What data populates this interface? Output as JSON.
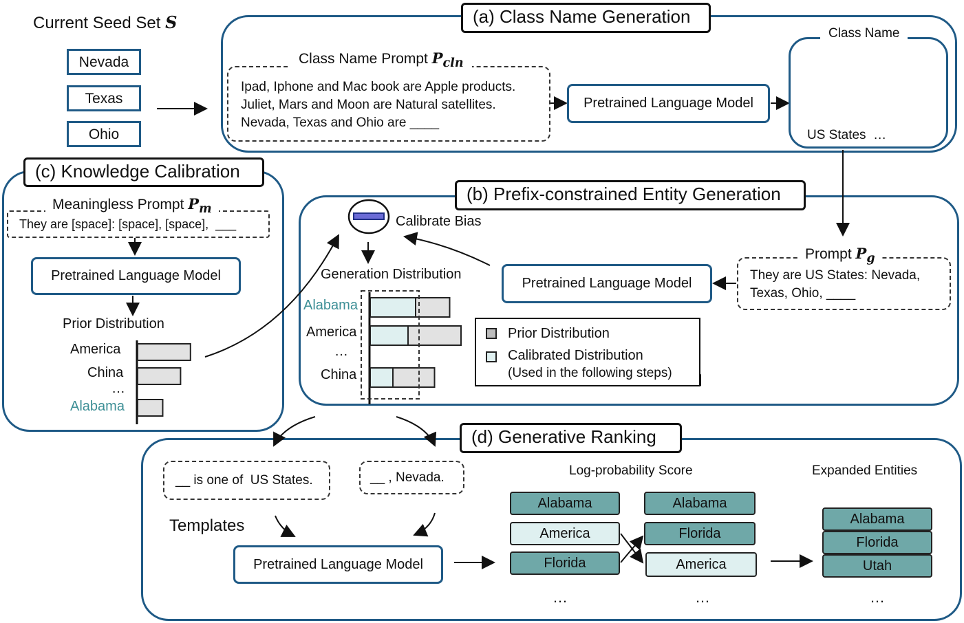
{
  "seed_set": {
    "title": "Current Seed Set",
    "symbol": "S",
    "items": [
      "Nevada",
      "Texas",
      "Ohio"
    ]
  },
  "panel_a": {
    "title": "(a) Class Name Generation",
    "prompt_title": "Class Name Prompt",
    "prompt_symbol": "P",
    "prompt_sub": "cln",
    "prompt_lines": [
      "Ipad, Iphone and Mac book are Apple products.",
      "Juliet, Mars and Moon are Natural satellites.",
      "Nevada, Texas and Ohio are ____"
    ],
    "model": "Pretrained Language Model",
    "class_name_title": "Class Name",
    "class_name_label": "US States  …"
  },
  "panel_c": {
    "title": "(c) Knowledge Calibration",
    "prompt_title": "Meaningless Prompt",
    "prompt_symbol": "P",
    "prompt_sub": "m",
    "prompt_text": "They are [space]: [space], [space],  ___",
    "model": "Pretrained Language Model",
    "prior_title": "Prior Distribution",
    "prior_labels": [
      "America",
      "China",
      "…",
      "Alabama"
    ],
    "prior_values": [
      0.8,
      0.65,
      0.38
    ]
  },
  "panel_b": {
    "title": "(b) Prefix-constrained Entity Generation",
    "calibrate_label": "Calibrate Bias",
    "gen_title": "Generation Distribution",
    "gen_labels": [
      "Alabama",
      "America",
      "…",
      "China"
    ],
    "calibrated_values": [
      0.6,
      0.5,
      0.3
    ],
    "prior_values": [
      0.45,
      0.7,
      0.55
    ],
    "model": "Pretrained Language Model",
    "prompt_title": "Prompt",
    "prompt_symbol": "P",
    "prompt_sub": "g",
    "prompt_lines": [
      "They are US States: Nevada,",
      "Texas, Ohio, ____"
    ],
    "legend_prior": "Prior Distribution",
    "legend_calibrated": "Calibrated Distribution",
    "legend_calibrated_note": "(Used in the following steps)"
  },
  "panel_d": {
    "title": "(d) Generative Ranking",
    "template1": "__ is one of  US States.",
    "template2": "__ , Nevada.",
    "templates_label": "Templates",
    "model": "Pretrained Language Model",
    "score_title": "Log-probability Score",
    "col1": [
      "Alabama",
      "America",
      "Florida"
    ],
    "col2": [
      "Alabama",
      "Florida",
      "America"
    ],
    "expanded_title": "Expanded Entities",
    "expanded": [
      "Alabama",
      "Florida",
      "Utah"
    ],
    "ellipsis": "…"
  },
  "colors": {
    "panel_border": "#1f5a86",
    "teal_dark": "#6fa8a8",
    "teal_light": "#dff0f0",
    "bar_blue": "#a9d4f5",
    "prior_gray": "#e2e2e2"
  }
}
